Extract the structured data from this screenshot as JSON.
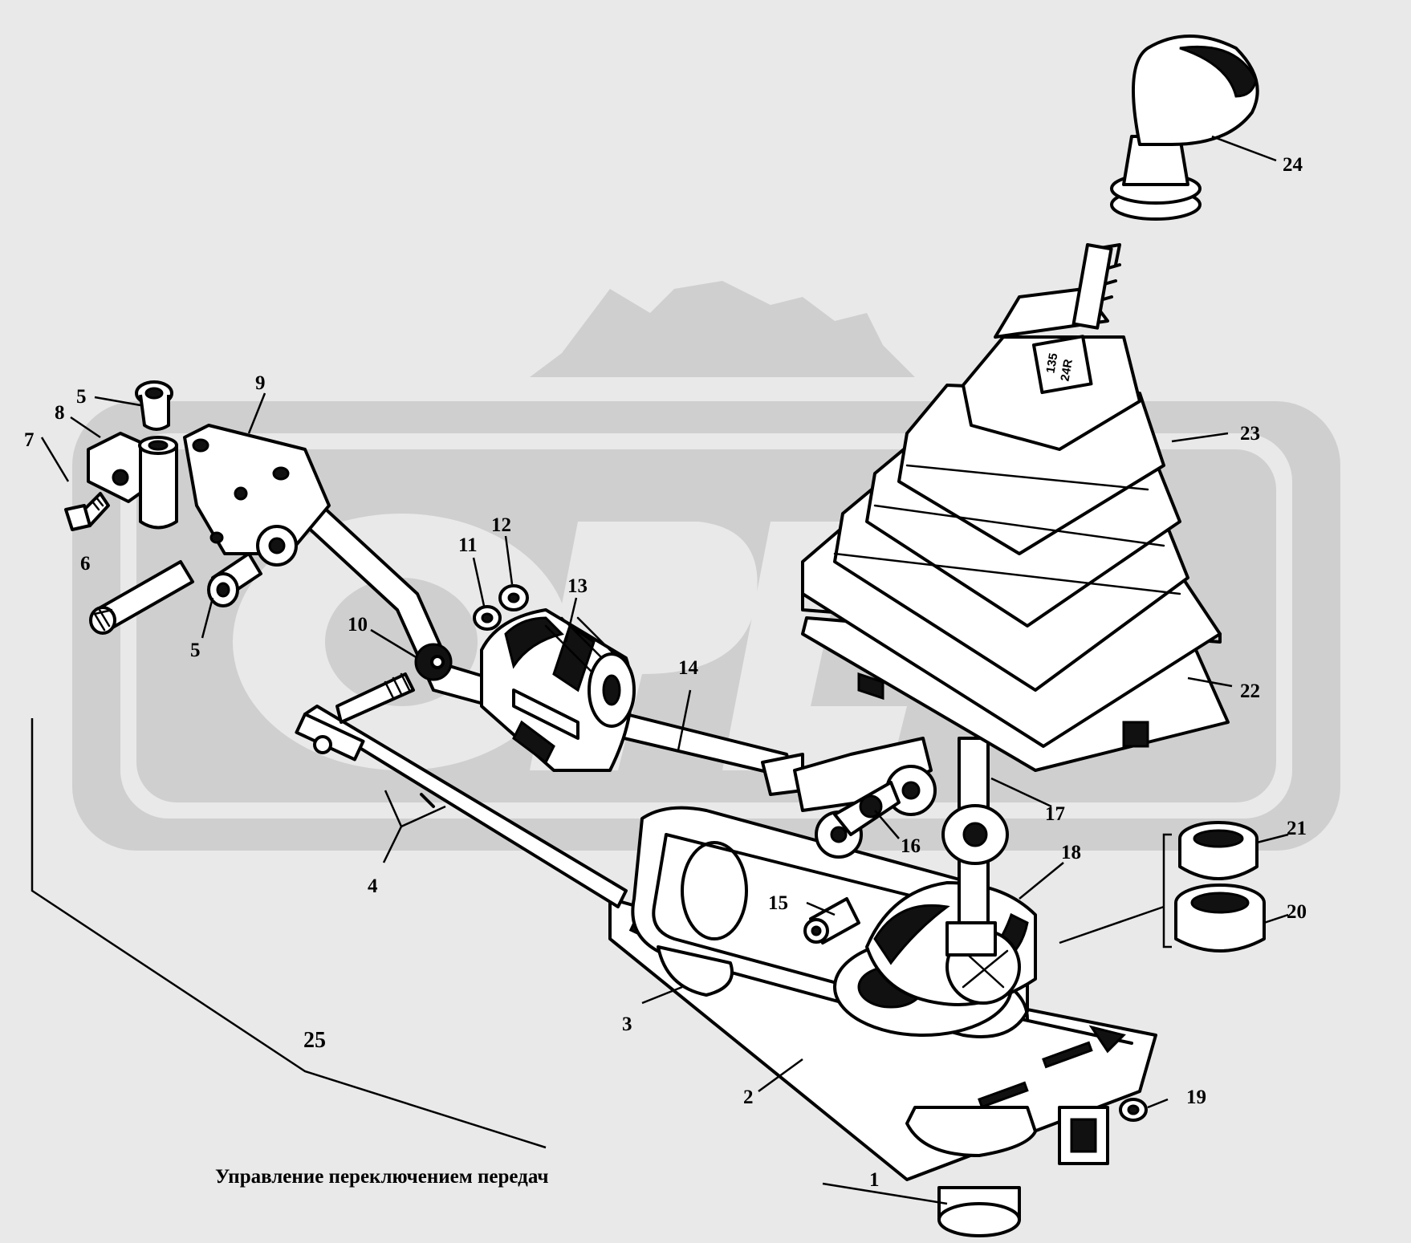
{
  "caption": "Управление переключением передач",
  "knob_label": {
    "line1": "135",
    "line2": "24R"
  },
  "callouts": [
    "1",
    "2",
    "3",
    "4",
    "5",
    "5",
    "6",
    "7",
    "8",
    "9",
    "10",
    "11",
    "12",
    "13",
    "14",
    "15",
    "16",
    "17",
    "18",
    "19",
    "20",
    "21",
    "22",
    "23",
    "24",
    "25"
  ],
  "colors": {
    "background": "#e9e9e9",
    "watermark": "#cfcfcf",
    "ink": "#000000"
  }
}
